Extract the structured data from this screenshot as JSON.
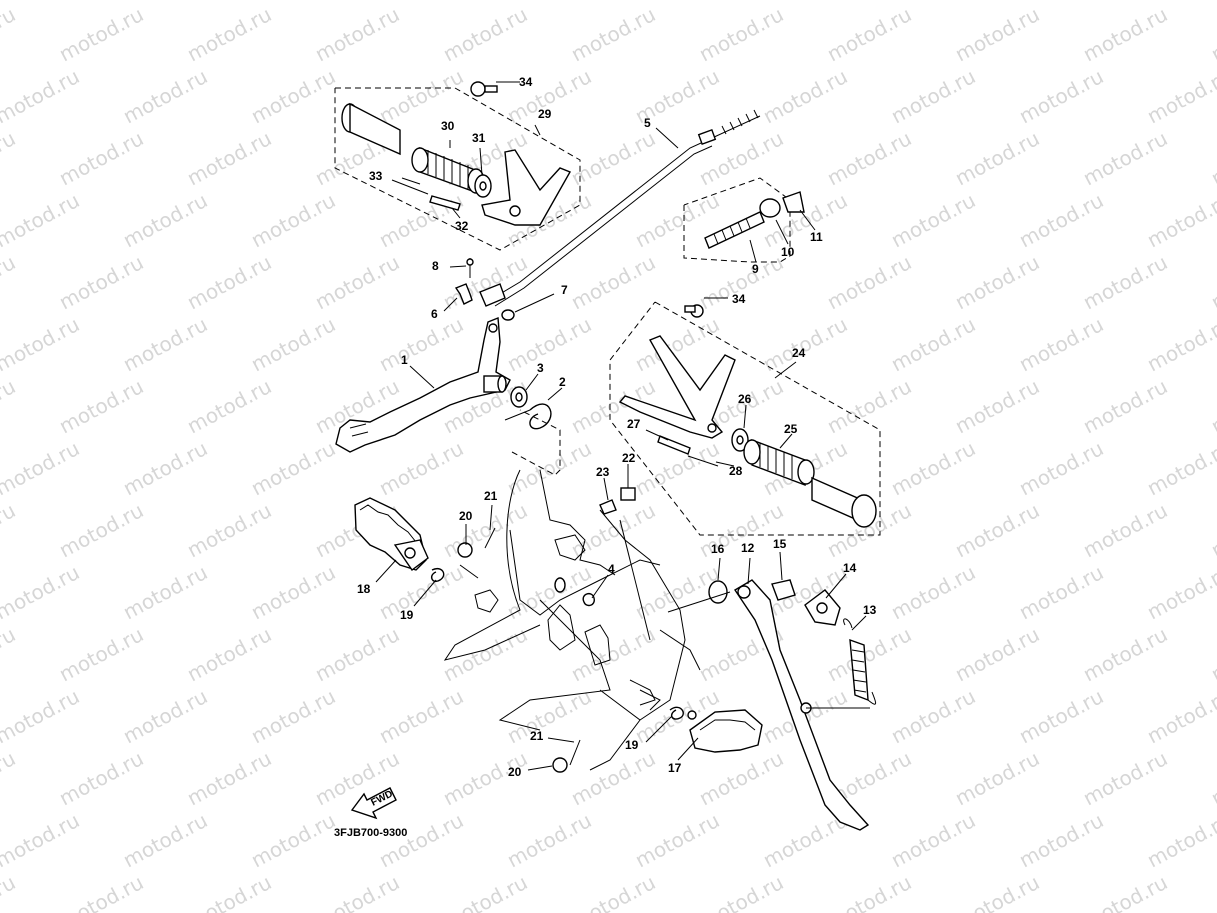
{
  "watermark": "motod.ru",
  "diagram_code": "3FJB700-9300",
  "fwd_label": "FWD",
  "callouts": [
    {
      "id": "1",
      "text": "1"
    },
    {
      "id": "2",
      "text": "2"
    },
    {
      "id": "3",
      "text": "3"
    },
    {
      "id": "4",
      "text": "4"
    },
    {
      "id": "5",
      "text": "5"
    },
    {
      "id": "6",
      "text": "6"
    },
    {
      "id": "7",
      "text": "7"
    },
    {
      "id": "8",
      "text": "8"
    },
    {
      "id": "9",
      "text": "9"
    },
    {
      "id": "10",
      "text": "10"
    },
    {
      "id": "11",
      "text": "11"
    },
    {
      "id": "12",
      "text": "12"
    },
    {
      "id": "13",
      "text": "13"
    },
    {
      "id": "14",
      "text": "14"
    },
    {
      "id": "15",
      "text": "15"
    },
    {
      "id": "16",
      "text": "16"
    },
    {
      "id": "17",
      "text": "17"
    },
    {
      "id": "18",
      "text": "18"
    },
    {
      "id": "19a",
      "text": "19"
    },
    {
      "id": "19b",
      "text": "19"
    },
    {
      "id": "20a",
      "text": "20"
    },
    {
      "id": "20b",
      "text": "20"
    },
    {
      "id": "21a",
      "text": "21"
    },
    {
      "id": "21b",
      "text": "21"
    },
    {
      "id": "22",
      "text": "22"
    },
    {
      "id": "23",
      "text": "23"
    },
    {
      "id": "24",
      "text": "24"
    },
    {
      "id": "25",
      "text": "25"
    },
    {
      "id": "26",
      "text": "26"
    },
    {
      "id": "27",
      "text": "27"
    },
    {
      "id": "28",
      "text": "28"
    },
    {
      "id": "29",
      "text": "29"
    },
    {
      "id": "30",
      "text": "30"
    },
    {
      "id": "31",
      "text": "31"
    },
    {
      "id": "32",
      "text": "32"
    },
    {
      "id": "33",
      "text": "33"
    },
    {
      "id": "34a",
      "text": "34"
    },
    {
      "id": "34b",
      "text": "34"
    }
  ]
}
